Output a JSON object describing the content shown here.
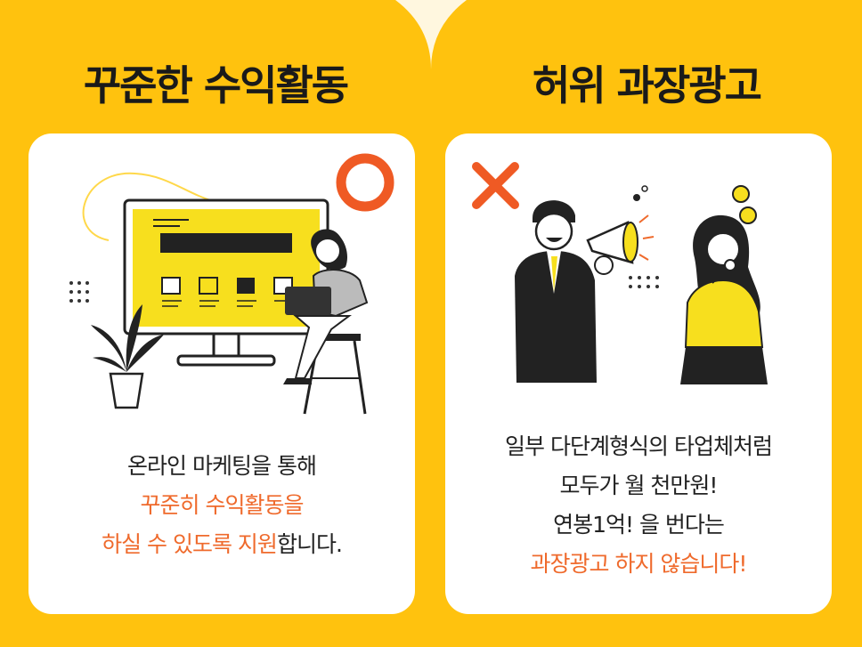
{
  "left_panel": {
    "title": "꾸준한 수익활동",
    "mark": "circle-mark-icon",
    "lines": [
      {
        "plain": "온라인 마케팅을 통해",
        "highlight": ""
      },
      {
        "plain": "",
        "highlight": "꾸준히 수익활동을"
      },
      {
        "plain": "합니다.",
        "highlight": "하실 수 있도록 지원"
      }
    ]
  },
  "right_panel": {
    "title": "허위 과장광고",
    "mark": "x-mark-icon",
    "lines": [
      {
        "plain": "일부 다단계형식의 타업체처럼"
      },
      {
        "plain": "모두가 월 천만원!"
      },
      {
        "plain": "연봉1억! 을 번다는"
      },
      {
        "highlight": "과장광고 하지 않습니다!"
      }
    ]
  },
  "colors": {
    "background": "#ffc20e",
    "card": "#ffffff",
    "accent": "#ef6a2c",
    "text": "#222222"
  }
}
